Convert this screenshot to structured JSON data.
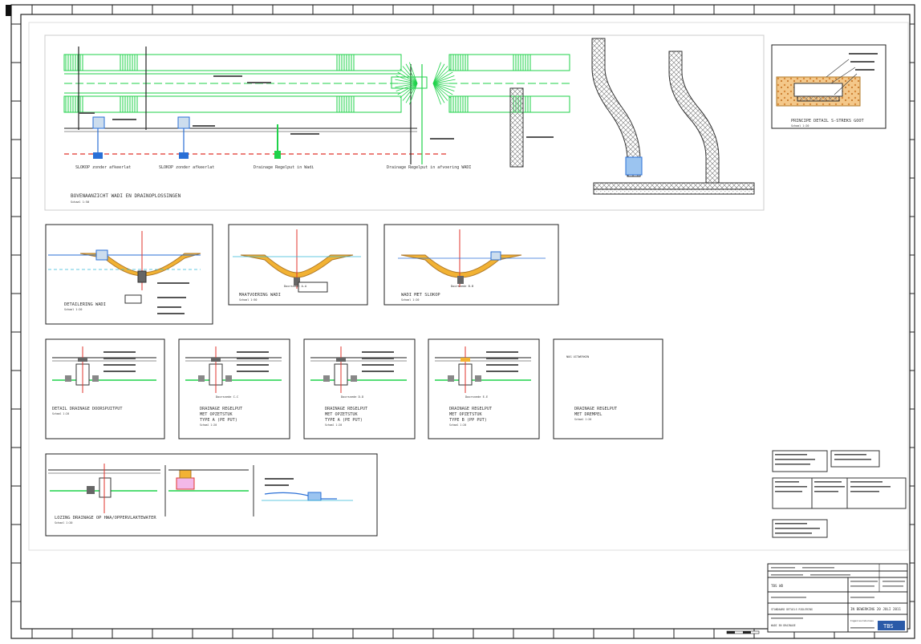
{
  "sheet": {
    "colors": {
      "border": "#222",
      "green": "#1fd24a",
      "red": "#e0342c",
      "blue": "#2a6fd6",
      "cyan": "#33b7d6",
      "orange": "#f2b233",
      "brown": "#b07a2a",
      "gray": "#888"
    }
  },
  "top_panel": {
    "title": "BOVENAANZICHT WADI EN DRAINOPLOSSINGEN",
    "scale": "Schaal 1:50",
    "labels": {
      "l1": "SLOKOP zonder afkeerlat",
      "l2": "SLOKOP zonder afkeerlat",
      "l3": "Drainage Regelput in Wadi",
      "l4": "Drainage Regelput in afvoering WADI"
    }
  },
  "detail_s_streks": {
    "title": "PRINCIPE DETAIL S-STREKS GOOT",
    "scale": "Schaal 1:20"
  },
  "row2": [
    {
      "title": "DETAILERING WADI",
      "scale": "Schaal 1:20",
      "section": ""
    },
    {
      "title": "MAATVOERING WADI",
      "scale": "Schaal 1:50",
      "section": "Doorsnede A-A"
    },
    {
      "title": "WADI MET SLOKOP",
      "scale": "Schaal 1:20",
      "section": "Doorsnede B-B"
    }
  ],
  "row3": [
    {
      "title": [
        "DETAIL DRAINAGE DOORSPUITPUT"
      ],
      "scale": "Schaal 1:20",
      "section": ""
    },
    {
      "title": [
        "DRAINAGE REGELPUT",
        "MET OPZETSTUK",
        "TYPE A (PE PUT)"
      ],
      "scale": "Schaal 1:20",
      "section": "Doorsnede C-C"
    },
    {
      "title": [
        "DRAINAGE REGELPUT",
        "MET OPZETSTUK",
        "TYPE A (PE PUT)"
      ],
      "scale": "Schaal 1:20",
      "section": "Doorsnede D-D"
    },
    {
      "title": [
        "DRAINAGE REGELPUT",
        "MET OPZETSTUK",
        "TYPE B (PP PUT)"
      ],
      "scale": "Schaal 1:20",
      "section": "Doorsnede E-E"
    },
    {
      "title": [
        "DRAINAGE REGELPUT",
        "MET DREMPEL"
      ],
      "scale": "Schaal 1:20",
      "section": "NOG UITWERKEN"
    }
  ],
  "row4": {
    "title": "LOZING DRAINAGE OP HWA/OPPERVLAKTEWATER",
    "scale": "Schaal 1:20"
  },
  "title_block": {
    "project": "TBS WD",
    "drawing": "STANDAARD DETAILS RIOLERING",
    "subject": "WADI EN DRAINAGE",
    "status": "IN BEWERKING 20 JULI 2011",
    "company": "Ingenieursbureau",
    "logo_text": "TBS"
  }
}
